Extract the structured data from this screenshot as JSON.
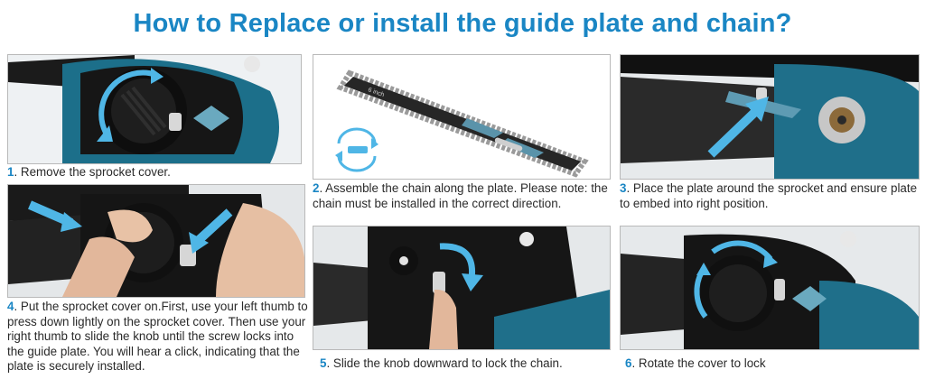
{
  "title": "How to Replace or install the guide plate and chain?",
  "steps": [
    {
      "num": "1",
      "text": ". Remove the sprocket cover."
    },
    {
      "num": "2",
      "text": ". Assemble the chain along the plate. Please note: the chain must be installed in the correct direction."
    },
    {
      "num": "3",
      "text": ". Place the plate around the sprocket and ensure plate to embed into right position."
    },
    {
      "num": "4",
      "text": ". Put the sprocket cover on.First, use your left thumb to press down lightly on the sprocket cover. Then use your right thumb to slide the knob until the screw locks into the guide plate. You will hear a click, indicating that the plate is securely installed."
    },
    {
      "num": "5",
      "text": ". Slide the knob downward to lock the chain."
    },
    {
      "num": "6",
      "text": ". Rotate the cover to lock"
    }
  ],
  "plate_label": "6 inch",
  "colors": {
    "accent": "#1a86c4",
    "tool_body": "#1e6f8a",
    "arrow": "#4fb6e6"
  }
}
